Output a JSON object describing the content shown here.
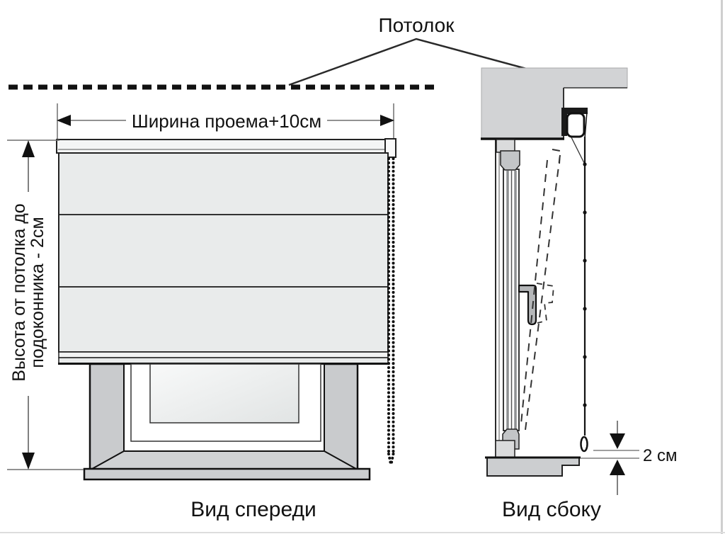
{
  "diagram": {
    "ceiling_label": "Потолок",
    "front_view": {
      "caption": "Вид спереди",
      "width_dimension": "Ширина проема+10см",
      "height_dimension": [
        "Высота от потолка до",
        "подоконника - 2см"
      ]
    },
    "side_view": {
      "caption": "Вид сбоку",
      "gap_dimension": "2 см"
    },
    "colors": {
      "line": "#111111",
      "dimension_line": "#6f6f6f",
      "wall_gray": "#d2d3d5",
      "reveal_gray": "#c9cbcd",
      "sill_gray": "#ccced0",
      "fabric_gray": "#e9ebeb",
      "rail_gray": "#f4f5f5",
      "glass_light": "#f8f9f9",
      "glass_dark": "#e1e4e4"
    }
  }
}
